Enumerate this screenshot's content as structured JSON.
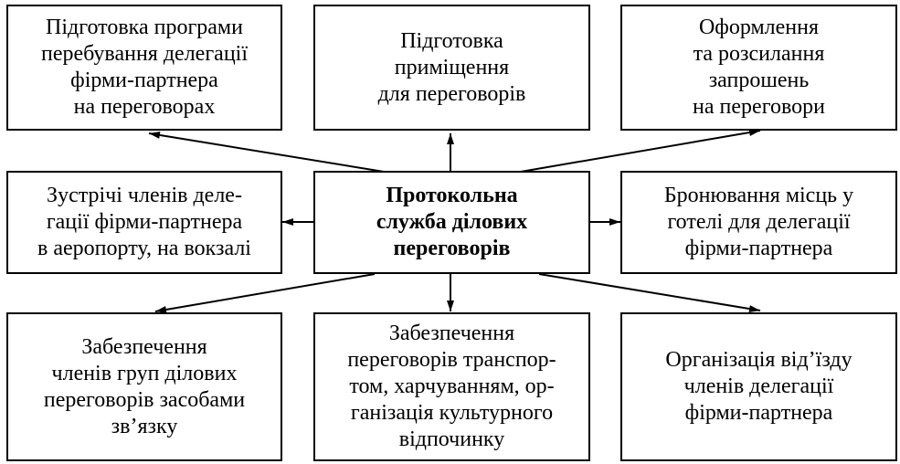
{
  "center": {
    "label": "Протокольна\nслужба ділових\nпереговорів"
  },
  "boxes": {
    "top_left": "Підготовка програми\nперебування делегації\nфірми-партнера\nна переговорах",
    "top_middle": "Підготовка\nприміщення\nдля переговорів",
    "top_right": "Оформлення\nта розсилання\nзапрошень\nна переговори",
    "middle_left": "Зустрічі членів деле-\nгації фірми-партнера\nв аеропорту, на вокзалі",
    "middle_right": "Бронювання місць у\nготелі для делегації\nфірми-партнера",
    "bottom_left": "Забезпечення\nчленів груп ділових\nпереговорів засобами\nзв’язку",
    "bottom_middle": "Забезпечення\nпереговорів транспор-\nтом, харчуванням, ор-\nганізація культурного\nвідпочинку",
    "bottom_right": "Організація від’їзду\nчленів делегації\nфірми-партнера"
  }
}
